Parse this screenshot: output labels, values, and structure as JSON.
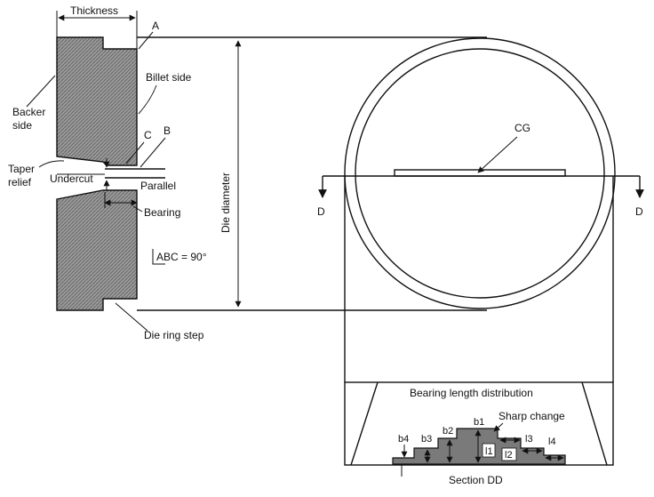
{
  "labels": {
    "thickness": "Thickness",
    "a": "A",
    "b": "B",
    "c": "C",
    "billet_side": "Billet side",
    "backer_side_line1": "Backer",
    "backer_side_line2": "side",
    "taper_relief_line1": "Taper",
    "taper_relief_line2": "relief",
    "undercut": "Undercut",
    "parallel": "Parallel",
    "bearing": "Bearing",
    "angle_abc": "ABC = 90°",
    "die_diameter": "Die diameter",
    "die_ring_step": "Die ring step",
    "cg": "CG",
    "d_left": "D",
    "d_right": "D",
    "bearing_length_distribution": "Bearing length distribution",
    "sharp_change": "Sharp change",
    "b1": "b1",
    "b2": "b2",
    "b3": "b3",
    "b4": "b4",
    "l1": "l1",
    "l2": "l2",
    "l3": "l3",
    "l4": "l4",
    "section_dd": "Section DD"
  },
  "colors": {
    "line": "#111111",
    "hatch_fill": "#8a8a8a",
    "section_fill": "#7a7a7a",
    "background": "#ffffff"
  }
}
